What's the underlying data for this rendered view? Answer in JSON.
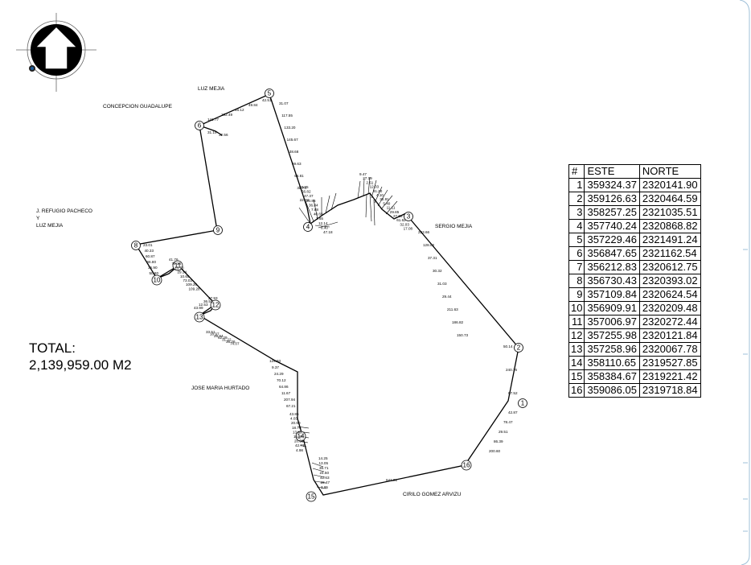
{
  "owners": {
    "north": "LUZ MEJIA",
    "northwest": "CONCEPCION GUADALUPE",
    "west_line1": "J. REFUGIO PACHECO",
    "west_line2": "Y",
    "west_line3": "LUZ MEJIA",
    "east": "SERGIO MEJIA",
    "southwest": "JOSE MARIA HURTADO",
    "south": "CIRILO GOMEZ ARVIZU"
  },
  "total": {
    "label": "TOTAL:",
    "area": "2,139,959.00 M2"
  },
  "table": {
    "headers": [
      "#",
      "ESTE",
      "NORTE"
    ],
    "rows": [
      [
        "1",
        "359324.37",
        "2320141.90"
      ],
      [
        "2",
        "359126.63",
        "2320464.59"
      ],
      [
        "3",
        "358257.25",
        "2321035.51"
      ],
      [
        "4",
        "357740.24",
        "2320868.82"
      ],
      [
        "5",
        "357229.46",
        "2321491.24"
      ],
      [
        "6",
        "356847.65",
        "2321162.54"
      ],
      [
        "7",
        "356212.83",
        "2320612.75"
      ],
      [
        "8",
        "356730.43",
        "2320393.02"
      ],
      [
        "9",
        "357109.84",
        "2320624.54"
      ],
      [
        "10",
        "356909.91",
        "2320209.48"
      ],
      [
        "11",
        "357006.97",
        "2320272.44"
      ],
      [
        "12",
        "357255.98",
        "2320121.84"
      ],
      [
        "13",
        "357258.96",
        "2320067.78"
      ],
      [
        "14",
        "358110.65",
        "2319527.85"
      ],
      [
        "15",
        "358384.67",
        "2319221.42"
      ],
      [
        "16",
        "359086.05",
        "2319718.84"
      ]
    ]
  },
  "vertex_labels": [
    "1",
    "2",
    "3",
    "4",
    "5",
    "6",
    "8",
    "9",
    "10",
    "11",
    "12",
    "13",
    "14",
    "15",
    "16"
  ],
  "segment_measures": {
    "s5_4": [
      "31.07",
      "117.55",
      "133.20",
      "145.67",
      "38.68",
      "69.63",
      "66.81",
      "32.74",
      "22.34"
    ],
    "s6_5": [
      "141.77",
      "102.49",
      "46.12",
      "49.84",
      "42.51"
    ],
    "s6": [
      "31.19",
      "32.56"
    ],
    "s4_cluster": [
      "58.85",
      "56.82",
      "47.37",
      "20.85",
      "36.84",
      "7.88",
      "40.69",
      "1.65",
      "12.14",
      "8.40",
      "47.18"
    ],
    "s3_cluster": [
      "9.47",
      "27.19",
      "2.51",
      "12.03",
      "31.20",
      "4.10",
      "32.81",
      "5.40",
      "11.11",
      "29.85",
      "27.66",
      "61.62",
      "32.03",
      "17.08"
    ],
    "s3_2": [
      "223.66",
      "128.06",
      "37.31",
      "30.32",
      "31.03",
      "29.44",
      "211.63",
      "186.82",
      "150.73"
    ],
    "s2_1": [
      "50.14",
      "240.76",
      "67.52"
    ],
    "s1_16": [
      "42.87",
      "78.47",
      "29.51",
      "86.39",
      "200.60"
    ],
    "s16_15": [
      "641.91"
    ],
    "s15_cluster": [
      "14.25",
      "13.05",
      "36.71",
      "24.50",
      "42.63",
      "28.47",
      "3.95"
    ],
    "s14_cluster": [
      "43.85",
      "4.03",
      "20.50",
      "18.76",
      "13.49",
      "16.87",
      "20.59",
      "42.73",
      "4.98"
    ],
    "s_mid": [
      "67.21",
      "207.94",
      "11.67",
      "64.86",
      "70.12",
      "24.29",
      "9.37",
      "129.93"
    ],
    "s13_12": [
      "33.51",
      "18.97",
      "28.94",
      "62.29",
      "31.22",
      "36.26",
      "74.07"
    ],
    "s12": [
      "43.99",
      "12.53",
      "36.54",
      "27.93"
    ],
    "s11_10": [
      "41.76",
      "79.15",
      "13.70",
      "29.34",
      "10.65",
      "73.02",
      "109.20",
      "109.28"
    ],
    "s8_10": [
      "23.01",
      "40.33",
      "60.87",
      "66.80",
      "36.90",
      "50.80"
    ]
  },
  "colors": {
    "line": "#000000",
    "frame": "#9fc0d8"
  }
}
